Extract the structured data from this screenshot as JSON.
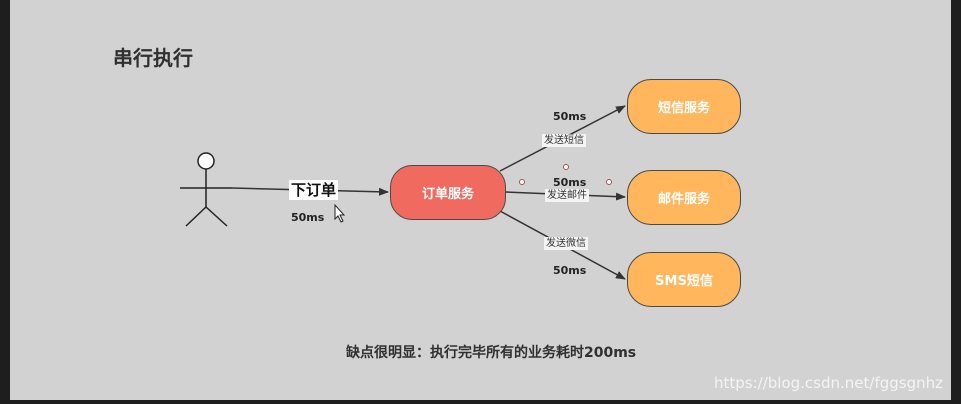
{
  "title": "串行执行",
  "actor_edge": {
    "label": "下订单",
    "time": "50ms"
  },
  "nodes": {
    "order": "订单服务",
    "sms_service": "短信服务",
    "mail_service": "邮件服务",
    "sms_message": "SMS短信"
  },
  "edges": {
    "to_sms": {
      "label": "发送短信",
      "time": "50ms"
    },
    "to_mail": {
      "label": "发送邮件",
      "time": "50ms"
    },
    "to_wechat": {
      "label": "发送微信",
      "time": "50ms"
    }
  },
  "footnote": "缺点很明显：执行完毕所有的业务耗时200ms",
  "watermark": "https://blog.csdn.net/fggsgnhz",
  "colors": {
    "canvas": "#d2d2d2",
    "order_node": "#f16a5f",
    "service_node": "#ffb65c",
    "frame": "#1e1e1e"
  }
}
